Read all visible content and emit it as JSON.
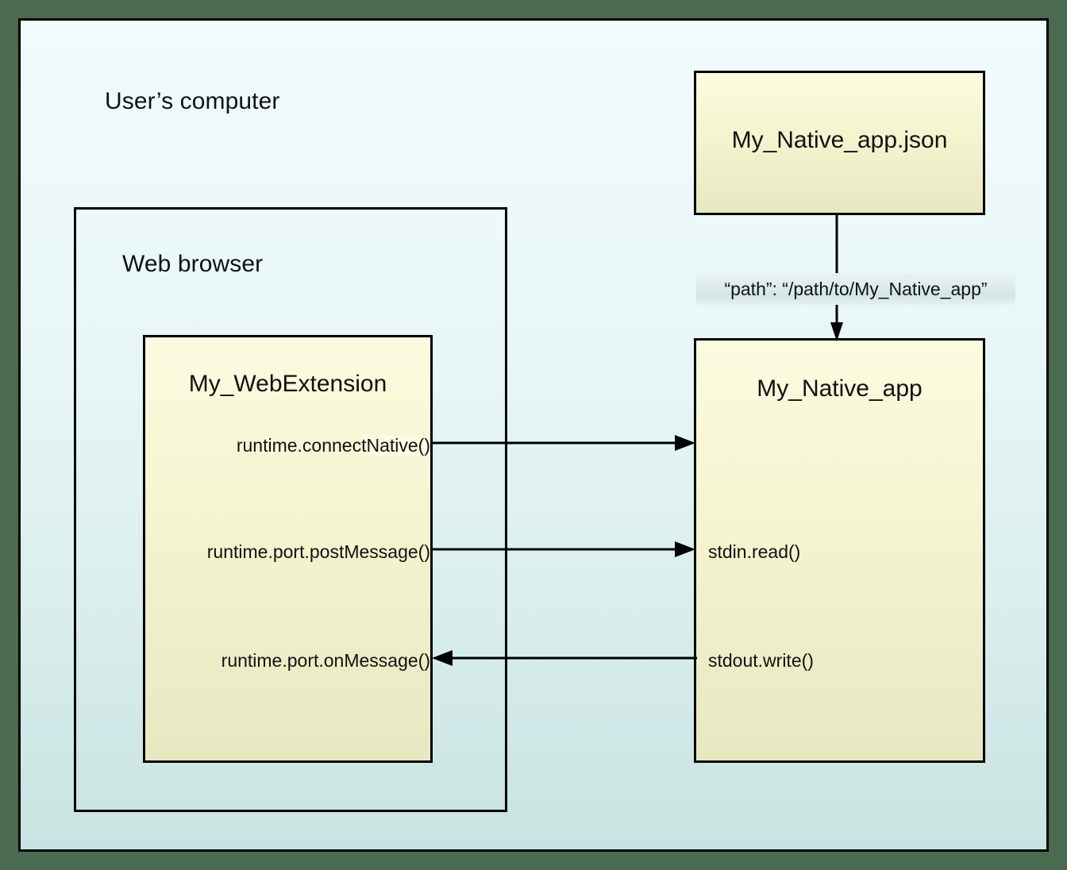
{
  "diagram": {
    "title_text": "User's computer",
    "outer_region": {
      "label": "User’s computer"
    },
    "browser_region": {
      "label": "Web browser"
    },
    "boxes": {
      "native_manifest": {
        "label": "My_Native_app.json"
      },
      "web_extension": {
        "label": "My_WebExtension"
      },
      "native_app": {
        "label": "My_Native_app"
      }
    },
    "path_label": "“path”: “/path/to/My_Native_app”",
    "extension_calls": [
      {
        "prefix": "runtime.connec",
        "highlight": "tNative()",
        "full": "runtime.connectNative()"
      },
      {
        "prefix": "runtime.port.postMessage()",
        "highlight": "",
        "full": "runtime.port.postMessage()"
      },
      {
        "prefix": "runtime.port.onMessage()",
        "highlight": "",
        "full": "runtime.port.onMessage()"
      }
    ],
    "native_calls": [
      {
        "label": "stdin.read()"
      },
      {
        "label": "stdout.write()"
      }
    ],
    "colors": {
      "page_background": "#4a6b50",
      "canvas_top": "#f0fbfb",
      "canvas_bottom": "#c8e3e1",
      "box_fill_top": "#fbfbe0",
      "box_fill_bottom": "#e7e8c0",
      "stroke": "#000000",
      "band_fill": "#dfeced",
      "highlight": "#fcfce2"
    }
  }
}
